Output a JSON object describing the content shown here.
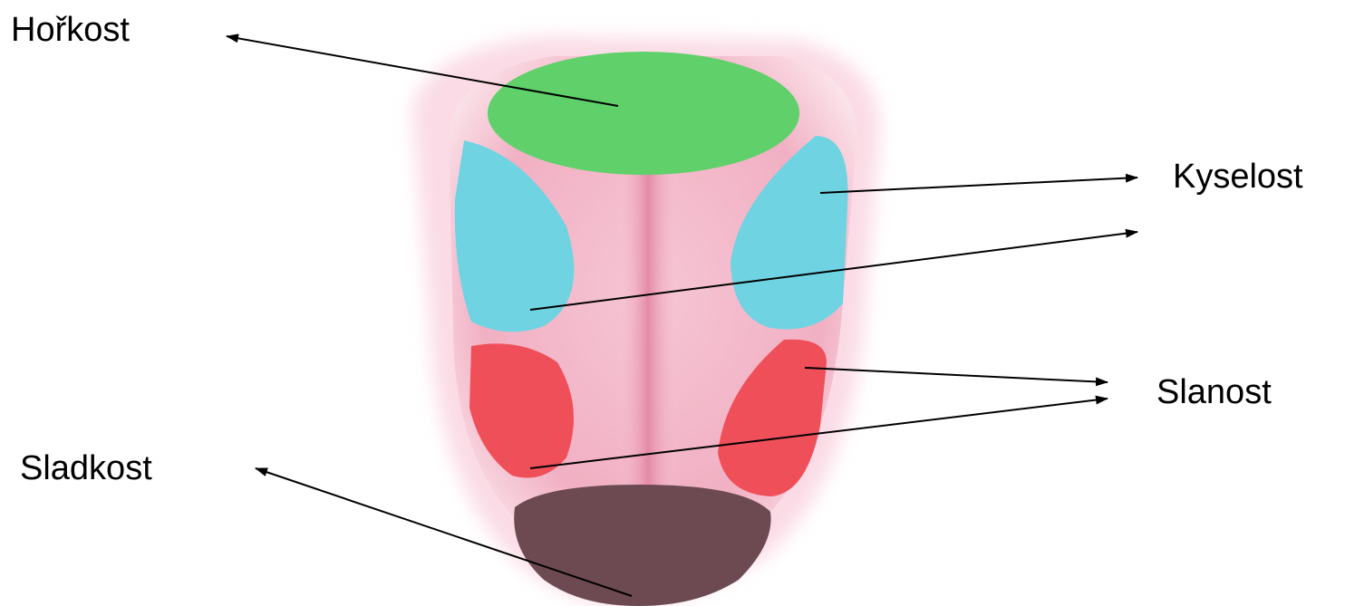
{
  "labels": {
    "bitter": "Hořkost",
    "sour": "Kyselost",
    "salty": "Slanost",
    "sweet": "Sladkost"
  },
  "colors": {
    "bitter_zone": "#5fd06a",
    "sour_zone": "#6fd3e2",
    "salty_zone": "#ef4f59",
    "sweet_zone": "#6d4a52",
    "tongue": "#f3b3c6",
    "arrow": "#000000"
  }
}
